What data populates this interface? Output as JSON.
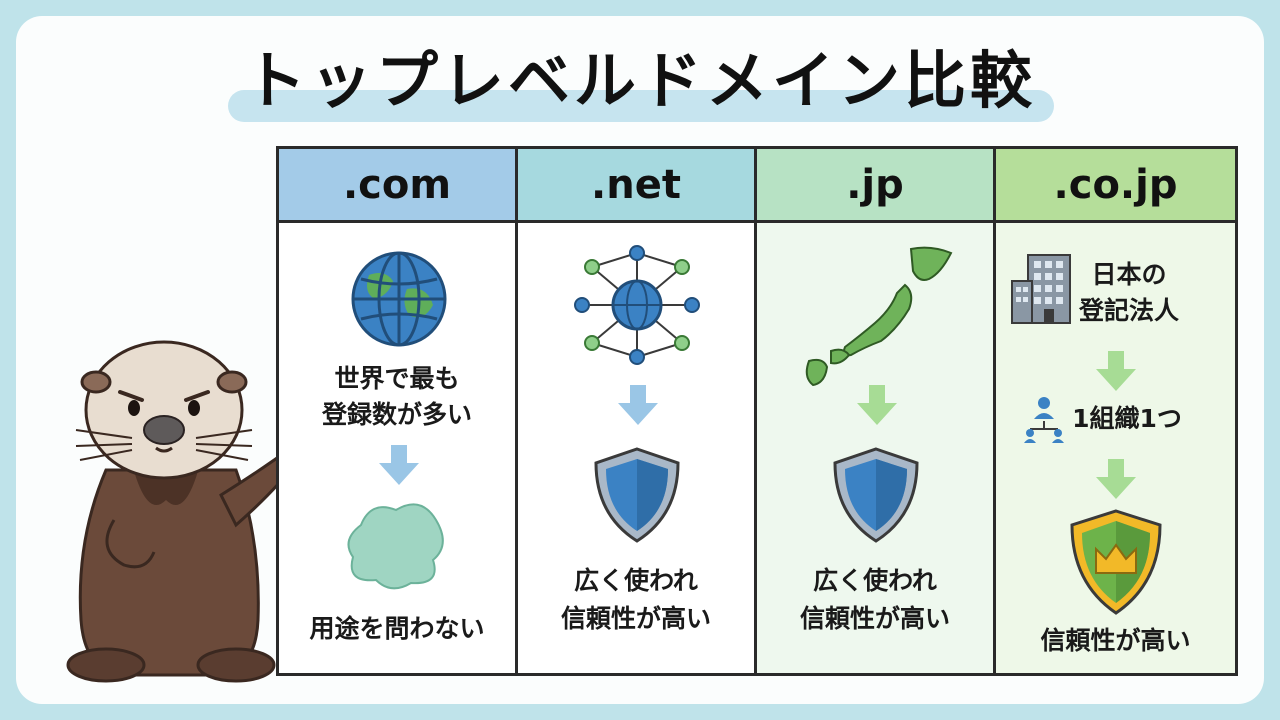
{
  "title": "トップレベルドメイン比較",
  "columns": [
    {
      "domain": ".com",
      "header_color": "#a3cbe8",
      "body_color": "#ffffff",
      "icons": [
        "globe-icon",
        "down-arrow-icon",
        "blob-icon"
      ],
      "text1a": "世界で最も",
      "text1b": "登録数が多い",
      "text2": "用途を問わない"
    },
    {
      "domain": ".net",
      "header_color": "#a6d9df",
      "body_color": "#ffffff",
      "icons": [
        "network-globe-icon",
        "down-arrow-icon",
        "shield-icon"
      ],
      "text1a": "広く使われ",
      "text1b": "信頼性が高い"
    },
    {
      "domain": ".jp",
      "header_color": "#b7e2c4",
      "body_color": "#eef8ee",
      "icons": [
        "japan-map-icon",
        "down-arrow-icon",
        "shield-icon"
      ],
      "text1a": "広く使われ",
      "text1b": "信頼性が高い"
    },
    {
      "domain": ".co.jp",
      "header_color": "#b5de9a",
      "body_color": "#eef8e8",
      "icons": [
        "building-icon",
        "down-arrow-icon",
        "people-org-icon",
        "down-arrow-icon",
        "crown-shield-icon"
      ],
      "text1a": "日本の",
      "text1b": "登記法人",
      "text2": "1組織1つ",
      "text3": "信頼性が高い"
    }
  ],
  "mascot": "sea-otter-pointing",
  "colors": {
    "background": "#bfe3ea",
    "arrow_blue": "#9ac6e6",
    "arrow_green": "#a7dc95",
    "shield_blue": "#3b82c4",
    "shield_green": "#6db34a",
    "crown_gold": "#f2b928"
  }
}
